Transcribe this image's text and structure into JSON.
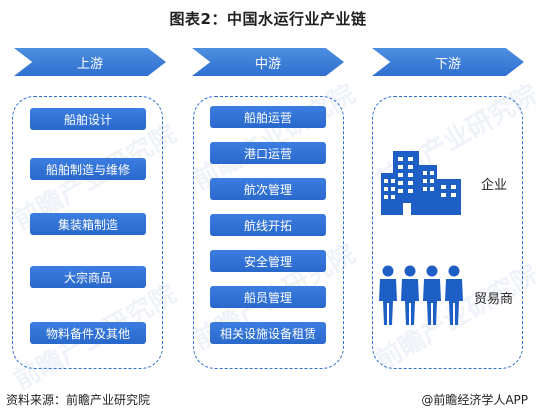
{
  "title": "图表2：中国水运行业产业链",
  "headers": [
    "上游",
    "中游",
    "下游"
  ],
  "upstream": [
    "船舶设计",
    "船舶制造与维修",
    "集装箱制造",
    "大宗商品",
    "物料备件及其他"
  ],
  "midstream": [
    "船舶运营",
    "港口运营",
    "航次管理",
    "航线开拓",
    "安全管理",
    "船员管理",
    "相关设施设备租赁"
  ],
  "downstream": [
    {
      "label": "企业",
      "icon": "buildings-icon"
    },
    {
      "label": "贸易商",
      "icon": "people-icon"
    }
  ],
  "watermark": "前瞻产业研究院",
  "footer": {
    "source": "资料来源：前瞻产业研究院",
    "brand": "@前瞻经济学人APP"
  },
  "colors": {
    "primary": "#2f6fd0",
    "icon": "#1d5fc4"
  }
}
